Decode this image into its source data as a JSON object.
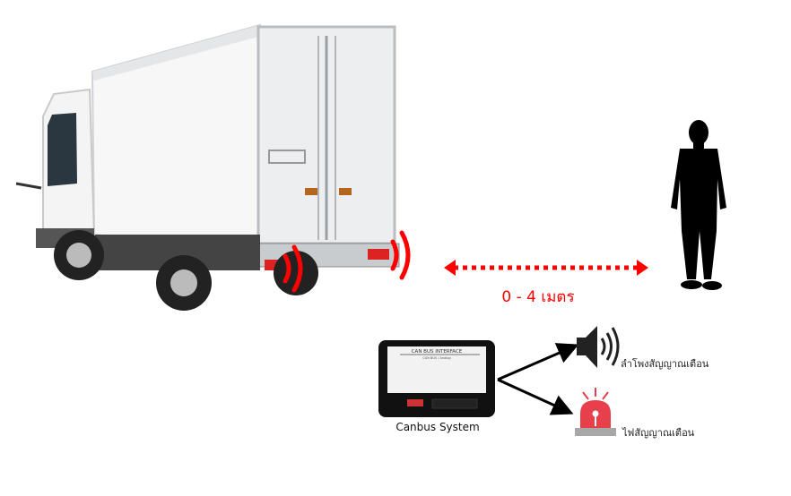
{
  "distance_label": "0 - 4 เมตร",
  "device": {
    "title": "CAN BUS INTERFACE",
    "subtitle": "CAN BUS / Analog",
    "caption": "Canbus System"
  },
  "outputs": [
    {
      "icon": "speaker-icon",
      "label": "ลำโพงสัญญาณเตือน"
    },
    {
      "icon": "warning-beacon-icon",
      "label": "ไฟสัญญาณเตือน"
    }
  ],
  "colors": {
    "accent": "#ff0000",
    "beacon": "#e8404a"
  }
}
